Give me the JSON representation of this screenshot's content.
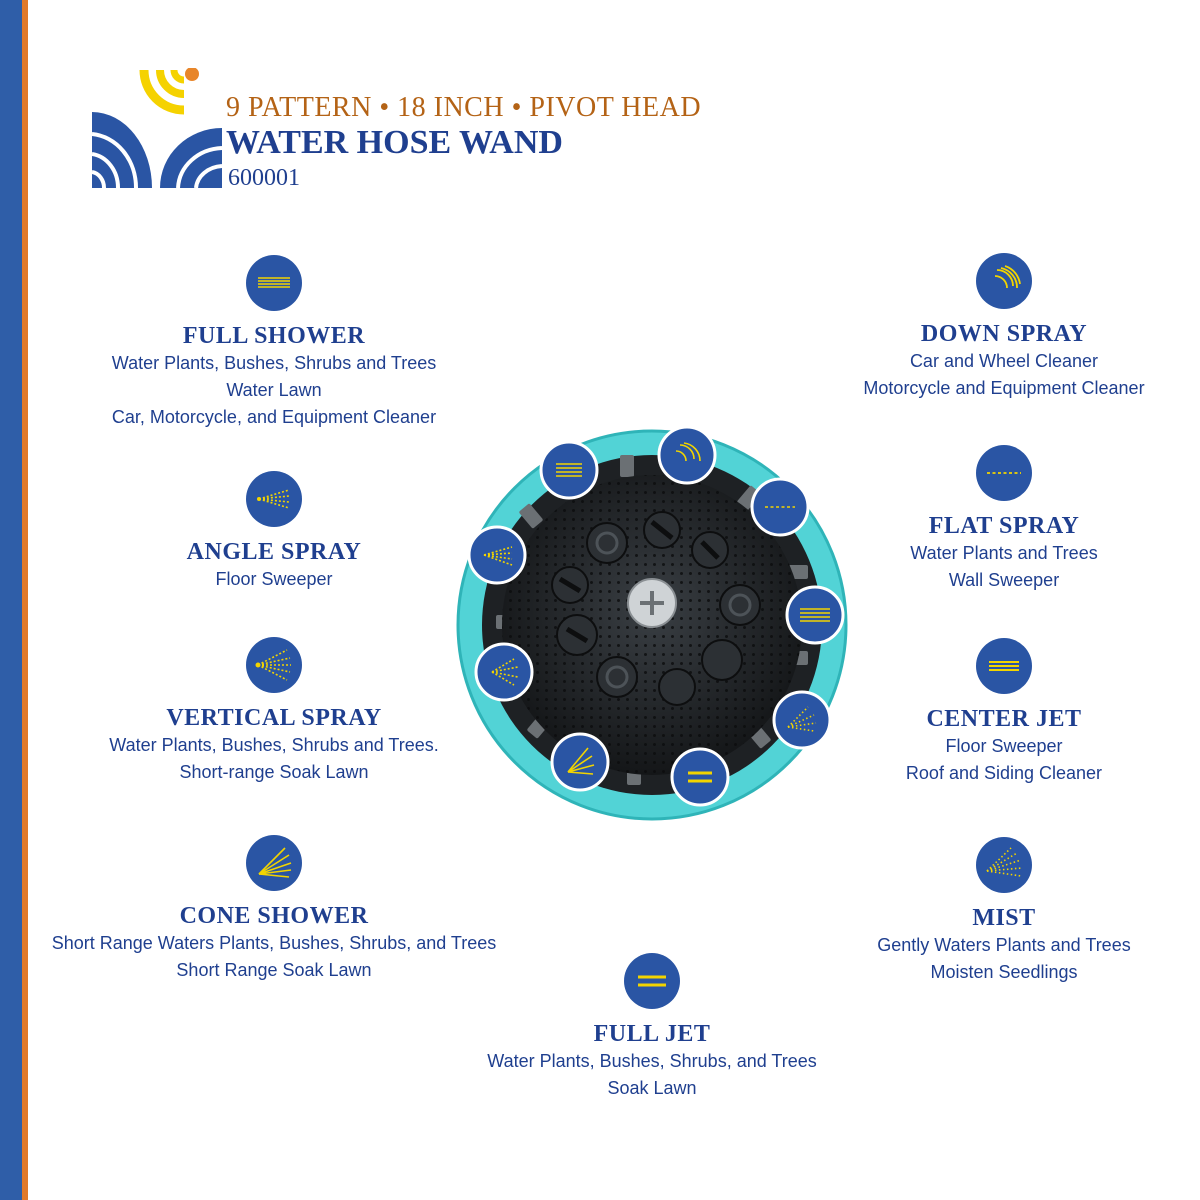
{
  "header": {
    "subtitle": "9 PATTERN • 18 INCH • PIVOT HEAD",
    "title": "WATER HOSE WAND",
    "model": "600001"
  },
  "colors": {
    "primary": "#1f3f8f",
    "accent_orange": "#b46316",
    "icon_yellow": "#f2d400",
    "nozzle_teal": "#4fd6d8"
  },
  "patterns": {
    "full_shower": {
      "icon": "full-shower-icon",
      "name": "FULL SHOWER",
      "lines": [
        "Water Plants, Bushes, Shrubs and Trees",
        "Water Lawn",
        "Car, Motorcycle, and Equipment Cleaner"
      ]
    },
    "angle_spray": {
      "icon": "angle-spray-icon",
      "name": "ANGLE SPRAY",
      "lines": [
        "Floor Sweeper"
      ]
    },
    "vertical_spray": {
      "icon": "vertical-spray-icon",
      "name": "VERTICAL SPRAY",
      "lines": [
        "Water Plants, Bushes, Shrubs and Trees.",
        "Short-range Soak Lawn"
      ]
    },
    "cone_shower": {
      "icon": "cone-shower-icon",
      "name": "CONE SHOWER",
      "lines": [
        "Short Range Waters Plants, Bushes, Shrubs, and Trees",
        "Short Range Soak Lawn"
      ]
    },
    "full_jet": {
      "icon": "full-jet-icon",
      "name": "FULL JET",
      "lines": [
        "Water Plants, Bushes, Shrubs, and Trees",
        "Soak Lawn"
      ]
    },
    "down_spray": {
      "icon": "down-spray-icon",
      "name": "DOWN SPRAY",
      "lines": [
        "Car and Wheel Cleaner",
        "Motorcycle and Equipment Cleaner"
      ]
    },
    "flat_spray": {
      "icon": "flat-spray-icon",
      "name": "FLAT SPRAY",
      "lines": [
        "Water Plants and Trees",
        "Wall Sweeper"
      ]
    },
    "center_jet": {
      "icon": "center-jet-icon",
      "name": "CENTER JET",
      "lines": [
        "Floor Sweeper",
        "Roof and Siding Cleaner"
      ]
    },
    "mist": {
      "icon": "mist-icon",
      "name": "MIST",
      "lines": [
        "Gently Waters Plants and Trees",
        "Moisten Seedlings"
      ]
    }
  }
}
